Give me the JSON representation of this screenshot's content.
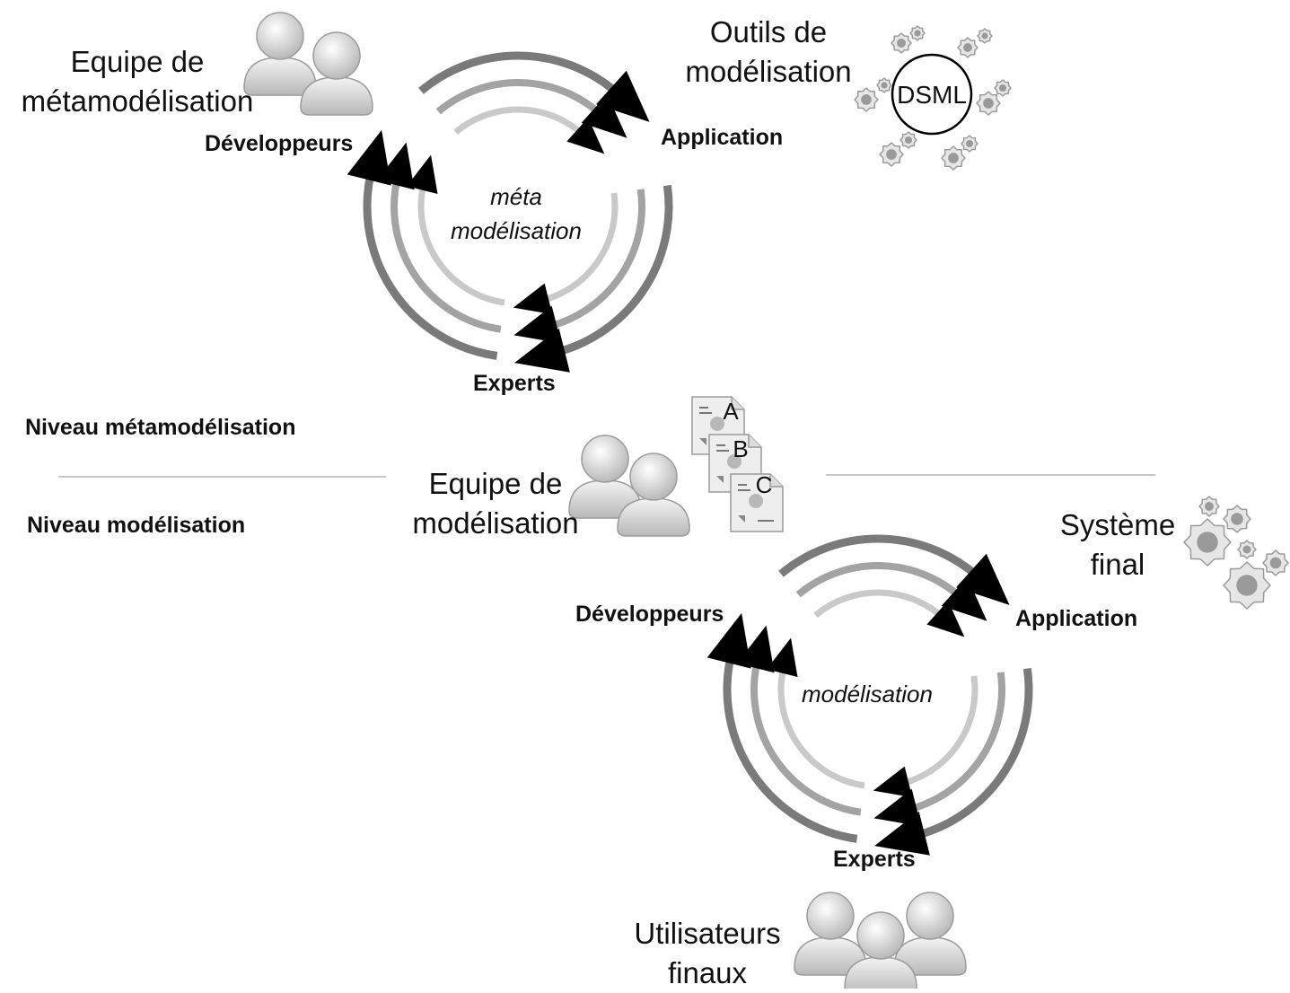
{
  "upper": {
    "team_line1": "Equipe de",
    "team_line2": "métamodélisation",
    "tools_line1": "Outils de",
    "tools_line2": "modélisation",
    "dsml": "DSML",
    "developers": "Développeurs",
    "application": "Application",
    "experts": "Experts",
    "cycle_line1": "méta",
    "cycle_line2": "modélisation"
  },
  "levels": {
    "meta": "Niveau métamodélisation",
    "model": "Niveau modélisation"
  },
  "middle": {
    "team_line1": "Equipe de",
    "team_line2": "modélisation",
    "docs": [
      "A",
      "B",
      "C"
    ]
  },
  "lower": {
    "system_line1": "Système",
    "system_line2": "final",
    "developers": "Développeurs",
    "application": "Application",
    "experts": "Experts",
    "cycle": "modélisation",
    "users_line1": "Utilisateurs",
    "users_line2": "finaux"
  },
  "colors": {
    "arc_dark": "#7a7a7a",
    "arc_mid": "#a3a3a3",
    "arc_light": "#c9c9c9",
    "arrow": "#000000",
    "gear": "#9a9a9a",
    "divider": "#c8c8c8"
  }
}
